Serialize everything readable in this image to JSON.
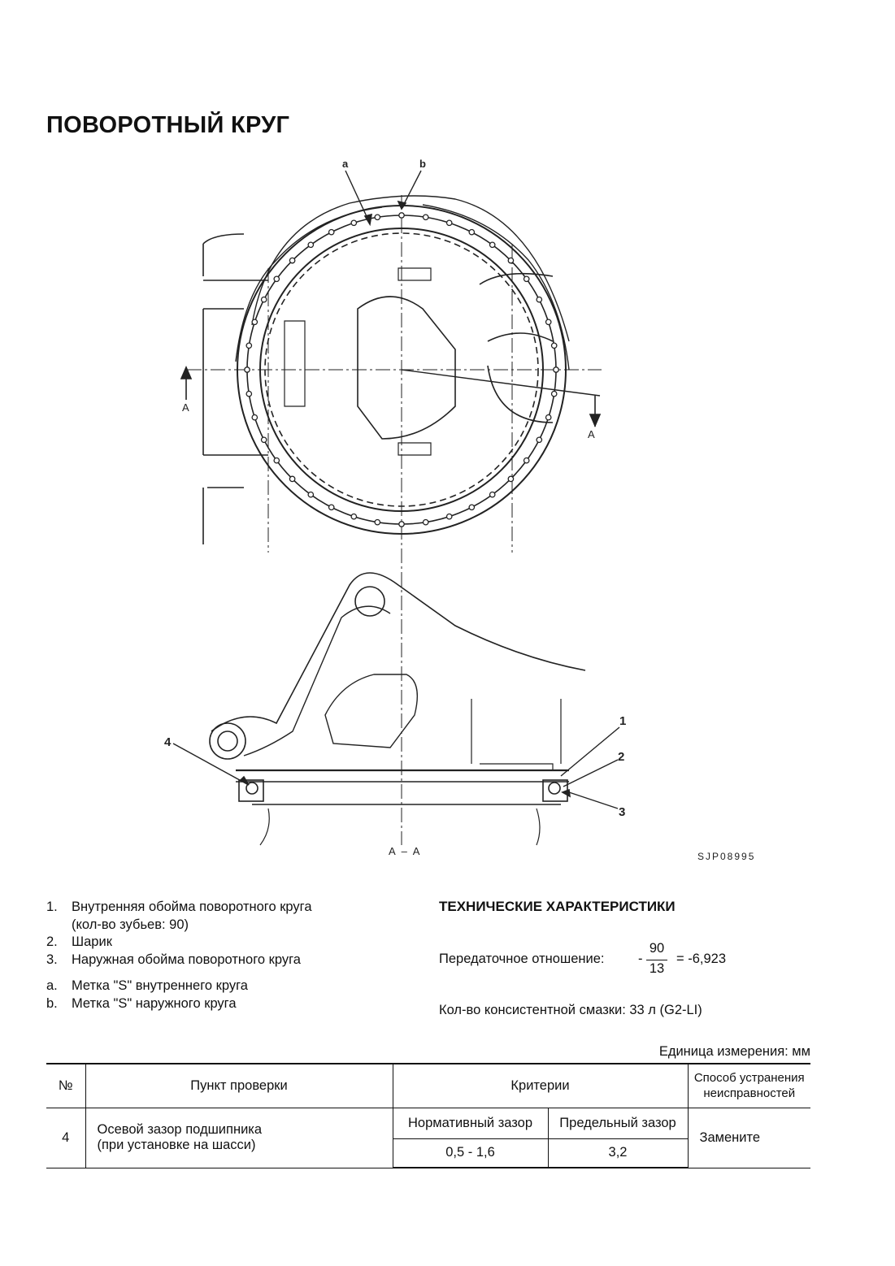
{
  "title": "ПОВОРОТНЫЙ КРУГ",
  "drawing": {
    "label_a": "a",
    "label_b": "b",
    "section_mark": "A",
    "section_title": "A – A",
    "callouts": [
      "1",
      "2",
      "3",
      "4"
    ],
    "drawing_code": "SJP08995"
  },
  "legend": {
    "items": [
      {
        "num": "1.",
        "text": "Внутренняя обойма поворотного круга"
      },
      {
        "num": "",
        "text": "(кол-во зубьев: 90)"
      },
      {
        "num": "2.",
        "text": "Шарик"
      },
      {
        "num": "3.",
        "text": "Наружная обойма поворотного круга"
      }
    ],
    "marks": [
      {
        "num": "a.",
        "text": "Метка \"S\" внутреннего круга"
      },
      {
        "num": "b.",
        "text": "Метка \"S\" наружного круга"
      }
    ]
  },
  "specs": {
    "heading": "ТЕХНИЧЕСКИЕ ХАРАКТЕРИСТИКИ",
    "ratio_label": "Передаточное отношение:",
    "ratio_sign": "-",
    "ratio_numerator": "90",
    "ratio_denominator": "13",
    "ratio_result": "= -6,923",
    "grease": "Кол-во консистентной смазки: 33 л (G2-LI)"
  },
  "unit": "Единица измерения: мм",
  "table": {
    "headers": {
      "no": "№",
      "item": "Пункт проверки",
      "criteria": "Критерии",
      "remedy_line1": "Способ устранения",
      "remedy_line2": "неисправностей"
    },
    "row": {
      "no": "4",
      "item_line1": "Осевой зазор подшипника",
      "item_line2": "(при установке на шасси)",
      "std_label": "Нормативный зазор",
      "limit_label": "Предельный зазор",
      "std_value": "0,5 - 1,6",
      "limit_value": "3,2",
      "remedy": "Замените"
    }
  }
}
